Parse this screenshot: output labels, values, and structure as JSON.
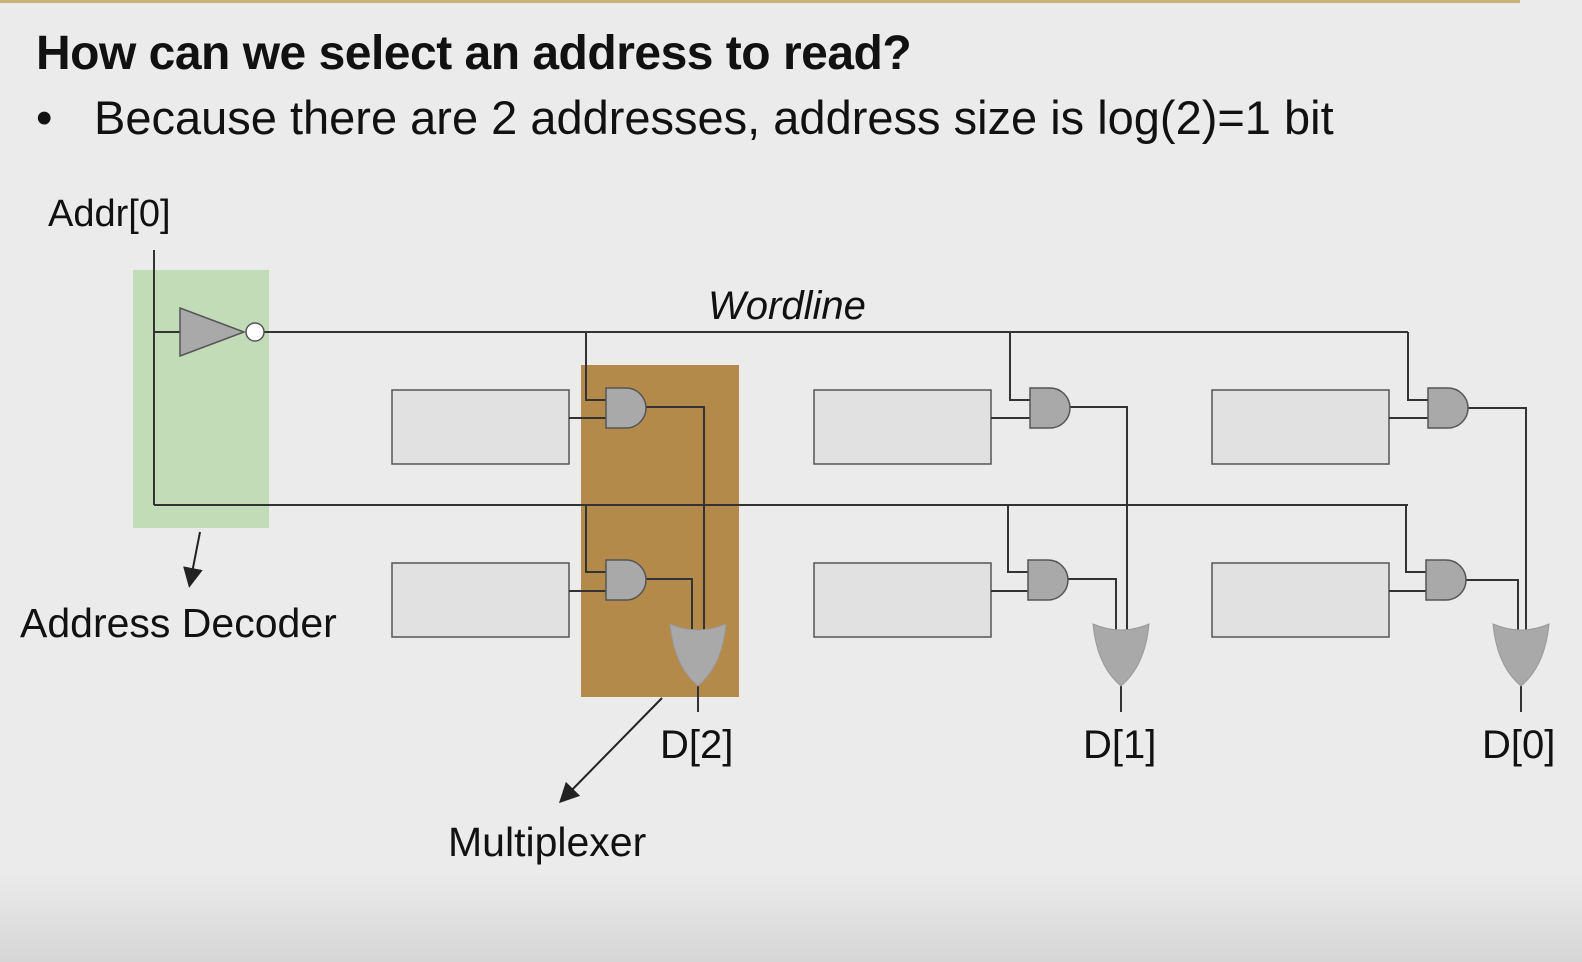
{
  "slide": {
    "title": "How can we select an address to read?",
    "bullet": "Because there are 2 addresses, address size is log(2)=1 bit"
  },
  "diagram": {
    "labels": {
      "addr": "Addr[0]",
      "wordline": "Wordline",
      "address_decoder": "Address Decoder",
      "multiplexer": "Multiplexer",
      "outputs": [
        "D[2]",
        "D[1]",
        "D[0]"
      ]
    },
    "colors": {
      "decoder_highlight": "#c3dcb8",
      "mux_highlight": "#b48a4a",
      "gate_fill": "#a9a9a9",
      "cell_fill": "#e1e1e1",
      "wire": "#333333",
      "background": "#ebebeb"
    }
  }
}
